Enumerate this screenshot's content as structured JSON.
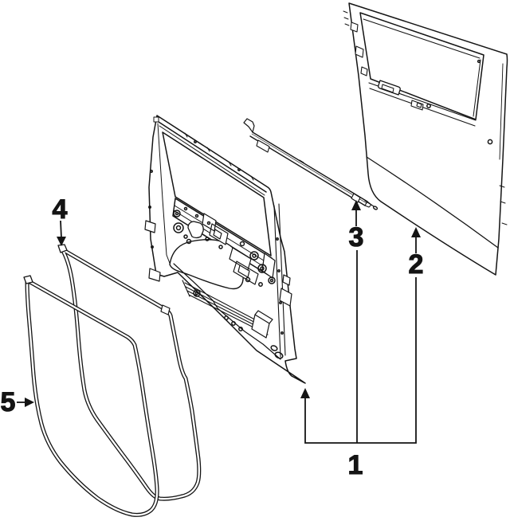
{
  "diagram": {
    "background_color": "#ffffff",
    "line_color": "#141414",
    "callouts": [
      {
        "label": "1",
        "target": "door-shell-assembly"
      },
      {
        "label": "2",
        "target": "outer-door-panel"
      },
      {
        "label": "3",
        "target": "belt-molding-strip"
      },
      {
        "label": "4",
        "target": "rear-door-seal"
      },
      {
        "label": "5",
        "target": "front-door-seal"
      }
    ]
  }
}
